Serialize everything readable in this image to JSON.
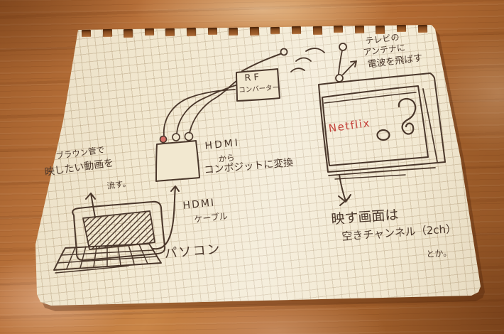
{
  "notes": {
    "crt": {
      "line1": "ブラウン管で",
      "line2": "映したい動画を",
      "line3": "流す。"
    },
    "pc_label": "パソコン",
    "hdmi_cable": {
      "line1": "HDMI",
      "line2": "ケーブル"
    },
    "converter": {
      "line1": "HDMI",
      "line2": "から",
      "line3": "コンポジットに変換"
    },
    "rf_converter": {
      "line1": "RF",
      "line2": "コンバーター"
    },
    "antenna": {
      "line1": "テレビの",
      "line2": "アンテナに",
      "line3": "電波を飛ばす"
    },
    "tv_screen": {
      "brand": "Netflix"
    },
    "channel": {
      "line1": "映す画面は",
      "line2": "空きチャンネル（2ch）",
      "line3": "とか。"
    }
  },
  "colors": {
    "ink": "#4a372b",
    "red_ink": "#c4423b",
    "paper": "#f2e8d0",
    "wood": "#ab6530"
  }
}
